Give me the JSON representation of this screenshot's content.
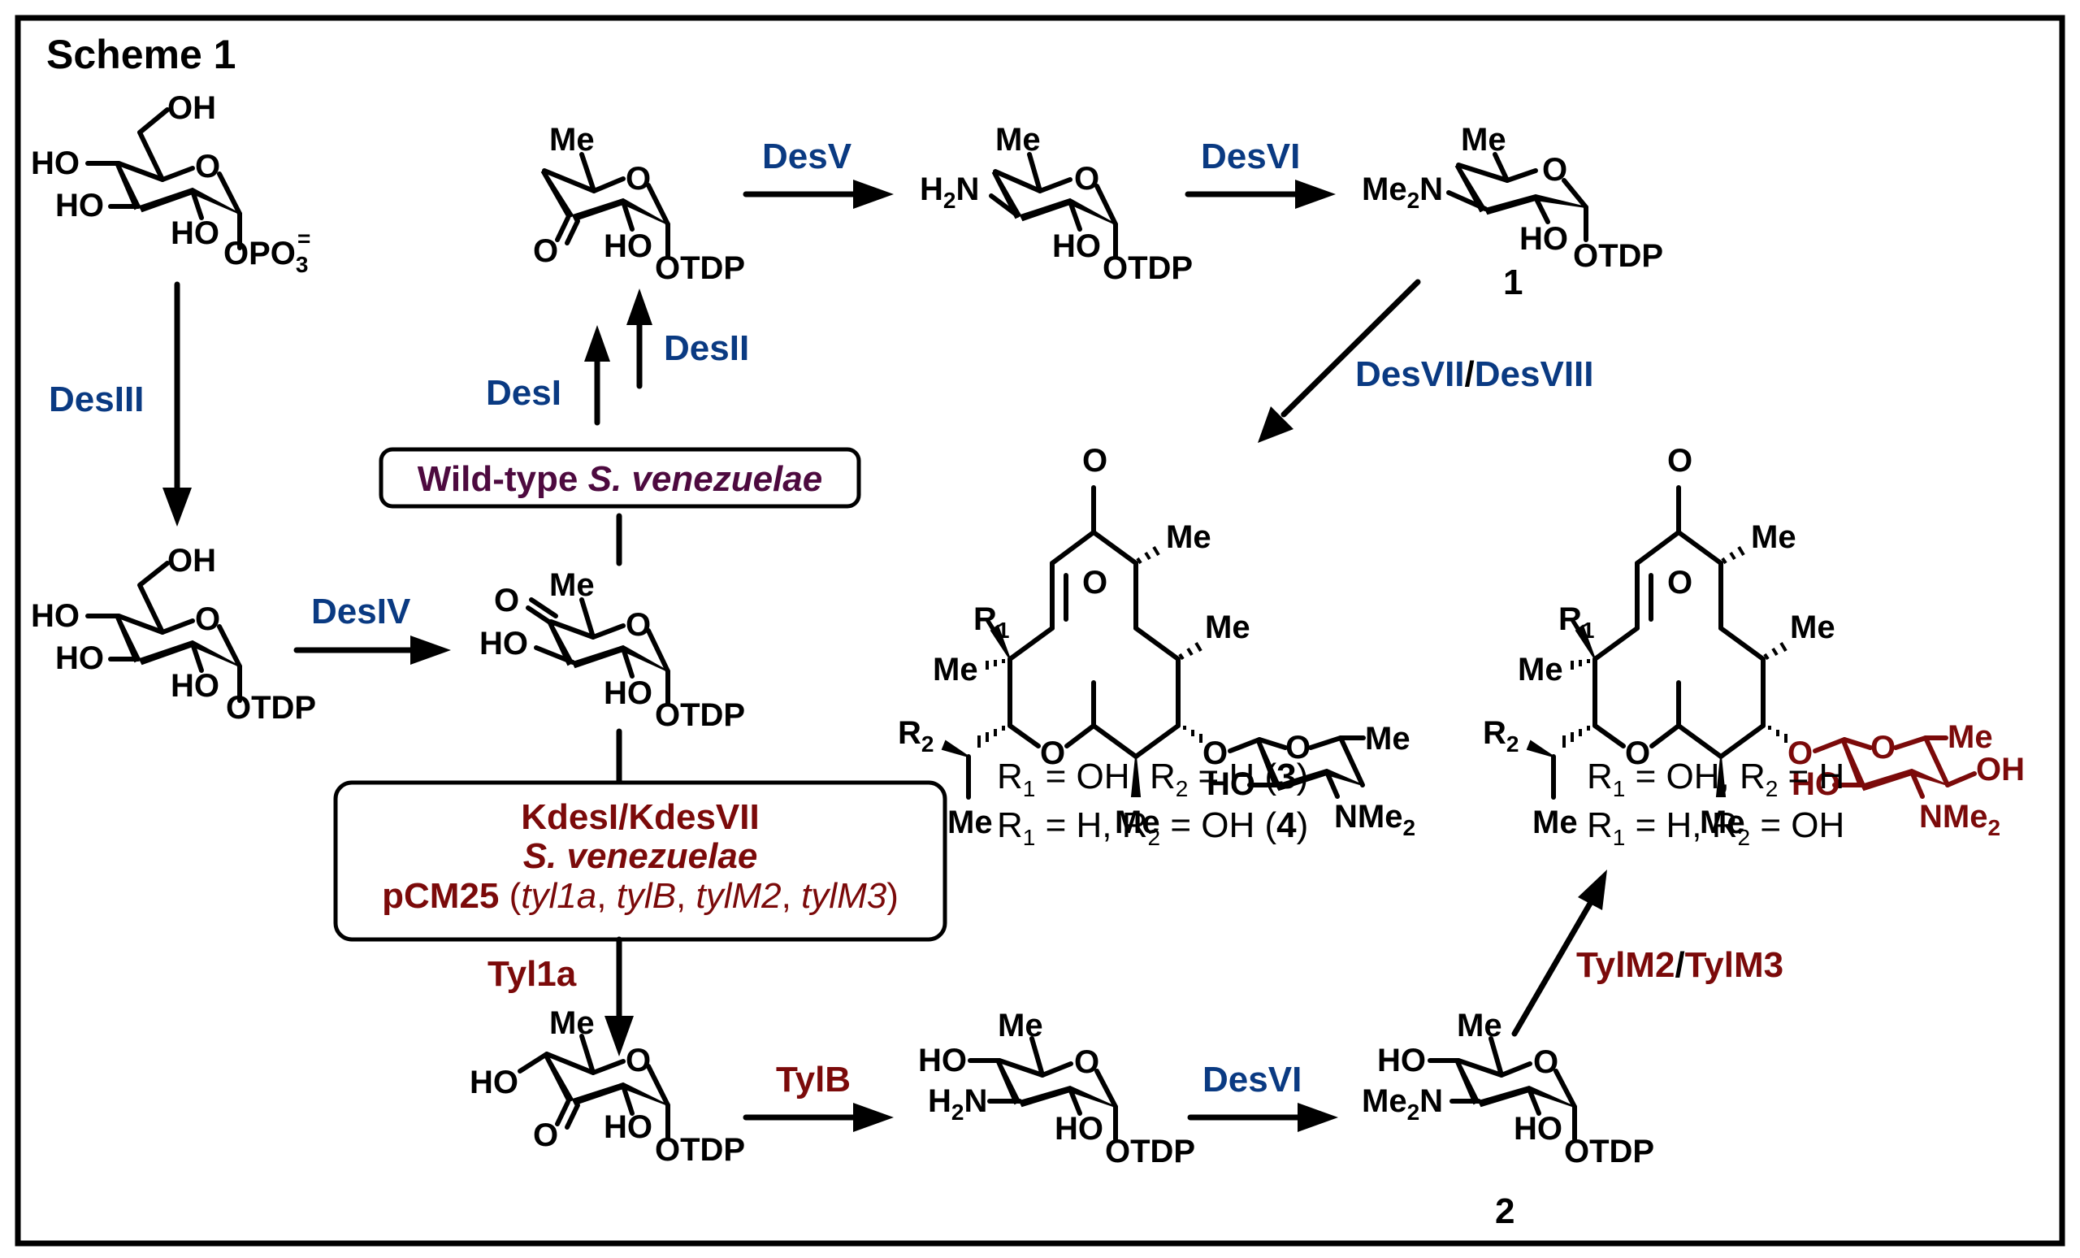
{
  "title": "Scheme 1",
  "colors": {
    "native_enzyme": "#0a3a82",
    "engineered_enzyme": "#7b0a0a",
    "wild_type_strain": "#4d0a3f",
    "structure": "#000000"
  },
  "enzymes": {
    "desIII": "DesIII",
    "desIV": "DesIV",
    "desI": "DesI",
    "desII": "DesII",
    "desV": "DesV",
    "desVI_top": "DesVI",
    "desVII": "DesVII",
    "desVII_slash": "/",
    "desVIII": "DesVIII",
    "tyl1a": "Tyl1a",
    "tylB": "TylB",
    "desVI_bottom": "DesVI",
    "tylM2": "TylM2",
    "tylM2_slash": "/",
    "tylM3": "TylM3"
  },
  "strain_boxes": {
    "wild_type": {
      "prefix": "Wild-type ",
      "species": "S. venezuelae"
    },
    "mutant": {
      "line1": "KdesI/KdesVII",
      "line2": "S. venezuelae",
      "plasmid": "pCM25",
      "open_paren": " (",
      "genes": [
        "tyl1a",
        "tylB",
        "tylM2",
        "tylM3"
      ],
      "separator": ", ",
      "close_paren": ")"
    }
  },
  "compounds": {
    "glucose_1_phosphate": {
      "atoms": {
        "oh6": "OH",
        "ho4": "HO",
        "ho3": "HO",
        "ring_o": "O",
        "ho2": "HO",
        "phosphate": "OPO",
        "phosphate_sub": "3",
        "phosphate_charge": "="
      }
    },
    "tdp_glucose": {
      "atoms": {
        "oh6": "OH",
        "ho4": "HO",
        "ho3": "HO",
        "ring_o": "O",
        "ho2": "HO",
        "otdp": "OTDP"
      }
    },
    "keto_intermediate": {
      "atoms": {
        "keto_o": "O",
        "me": "Me",
        "ho3": "HO",
        "ring_o": "O",
        "ho2": "HO",
        "otdp": "OTDP"
      }
    },
    "keto_3_intermediate": {
      "atoms": {
        "me": "Me",
        "ring_o": "O",
        "keto_o": "O",
        "ho2": "HO",
        "otdp": "OTDP"
      }
    },
    "amino_sugar": {
      "atoms": {
        "me": "Me",
        "h2n_h": "H",
        "h2n_sub": "2",
        "h2n_n": "N",
        "ring_o": "O",
        "ho2": "HO",
        "otdp": "OTDP"
      }
    },
    "compound_1": {
      "label": "1",
      "atoms": {
        "me": "Me",
        "me2n_me": "Me",
        "me2n_sub": "2",
        "me2n_n": "N",
        "ring_o": "O",
        "ho2": "HO",
        "otdp": "OTDP"
      }
    },
    "tyl_keto": {
      "atoms": {
        "me": "Me",
        "ho4": "HO",
        "ring_o": "O",
        "keto_o": "O",
        "ho2": "HO",
        "otdp": "OTDP"
      }
    },
    "tyl_amino": {
      "atoms": {
        "me": "Me",
        "ho4": "HO",
        "h2n_h": "H",
        "h2n_sub": "2",
        "h2n_n": "N",
        "ring_o": "O",
        "ho2": "HO",
        "otdp": "OTDP"
      }
    },
    "compound_2": {
      "label": "2",
      "atoms": {
        "me": "Me",
        "ho4": "HO",
        "me2n_me": "Me",
        "me2n_sub": "2",
        "me2n_n": "N",
        "ring_o": "O",
        "ho2": "HO",
        "otdp": "OTDP"
      }
    },
    "macrolide_desosamine": {
      "atoms": {
        "ketone_o": "O",
        "me_a": "Me",
        "me_b": "Me",
        "r1": "R",
        "r1_sub": "1",
        "me_c": "Me",
        "r2": "R",
        "r2_sub": "2",
        "me_d": "Me",
        "lactone_o": "O",
        "carbonyl_o": "O",
        "me_e": "Me",
        "glyco_o": "O",
        "sugar_ring_o": "O",
        "sugar_me": "Me",
        "sugar_ho": "HO",
        "sugar_nme2": "NMe",
        "sugar_nme2_sub": "2"
      },
      "definitions": [
        {
          "r1_label": "R",
          "r1_sub": "1",
          "r1_val": " = OH, ",
          "r2_label": "R",
          "r2_sub": "2",
          "r2_val": " = H (",
          "cmpd": "3",
          "close": ")"
        },
        {
          "r1_label": "R",
          "r1_sub": "1",
          "r1_val": " = H, ",
          "r2_label": "R",
          "r2_sub": "2",
          "r2_val": " = OH (",
          "cmpd": "4",
          "close": ")"
        }
      ]
    },
    "macrolide_mycaminose": {
      "atoms": {
        "ketone_o": "O",
        "me_a": "Me",
        "me_b": "Me",
        "r1": "R",
        "r1_sub": "1",
        "me_c": "Me",
        "r2": "R",
        "r2_sub": "2",
        "me_d": "Me",
        "lactone_o": "O",
        "carbonyl_o": "O",
        "me_e": "Me",
        "glyco_o": "O",
        "sugar_ring_o": "O",
        "sugar_me": "Me",
        "sugar_oh": "OH",
        "sugar_ho": "HO",
        "sugar_nme2": "NMe",
        "sugar_nme2_sub": "2"
      },
      "definitions": [
        {
          "r1_label": "R",
          "r1_sub": "1",
          "r1_val": " = OH, ",
          "r2_label": "R",
          "r2_sub": "2",
          "r2_val": " = H"
        },
        {
          "r1_label": "R",
          "r1_sub": "1",
          "r1_val": " = H, ",
          "r2_label": "R",
          "r2_sub": "2",
          "r2_val": " = OH"
        }
      ]
    }
  }
}
